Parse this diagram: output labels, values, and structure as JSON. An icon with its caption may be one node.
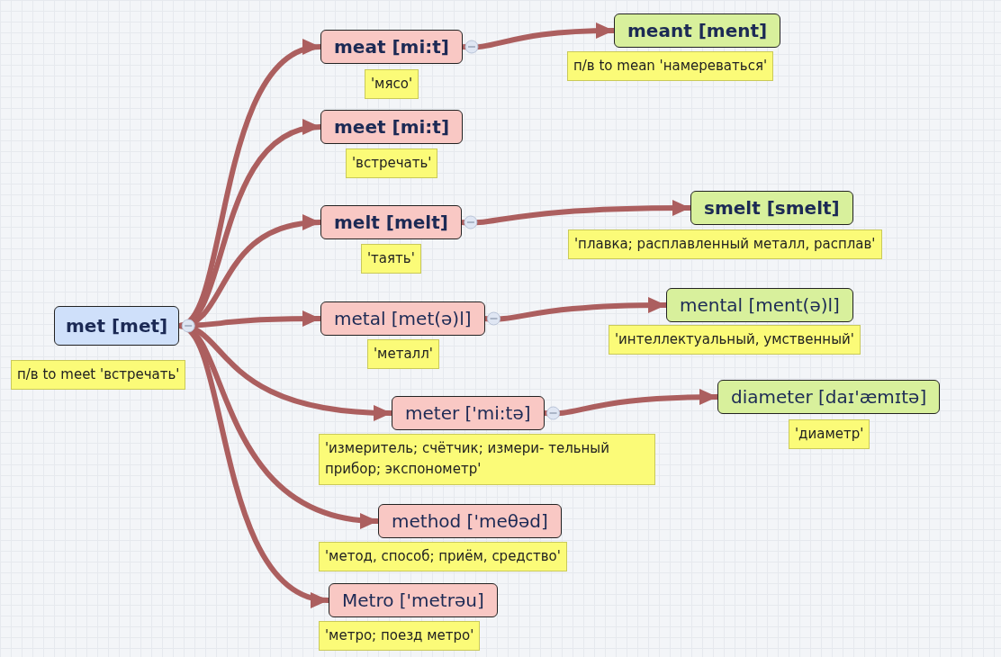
{
  "diagram": {
    "nodes": [
      {
        "text": [
          "met [met]"
        ],
        "beside": [
          "п/в to meet 'встречать'"
        ]
      },
      {
        "text": [
          "meat [mi:t]"
        ],
        "beside": [
          "'мясо'"
        ]
      },
      {
        "text": [
          "meant [ment]"
        ],
        "beside": [
          "п/в to mean 'намереваться'"
        ]
      },
      {
        "text": [
          "meet [mi:t]"
        ],
        "beside": [
          "'встречать'"
        ]
      },
      {
        "text": [
          "melt [melt]"
        ],
        "beside": [
          "'таять'"
        ]
      },
      {
        "text": [
          "smelt [smelt]"
        ],
        "beside": [
          "'плавка; расплавленный металл, расплав'"
        ]
      },
      {
        "text": [
          "metal [met(ə)l]"
        ],
        "beside": [
          "'металл'"
        ]
      },
      {
        "text": [
          "mental [ment(ə)l]"
        ],
        "beside": [
          "'интеллектуальный, умственный'"
        ]
      },
      {
        "text": [
          "meter ['mi:tə]"
        ],
        "beside": [
          "'измеритель; счётчик; измери- тельный прибор; экспонометр'"
        ]
      },
      {
        "text": [
          "diameter [daɪ'æmɪtə]"
        ],
        "beside": [
          "'диаметр'"
        ]
      },
      {
        "text": [
          "method ['meθəd]"
        ],
        "beside": [
          "'метод, способ; приём, средство'"
        ]
      },
      {
        "text": [
          "Metro ['metrəu]"
        ],
        "beside": [
          "'метро; поезд метро'"
        ]
      }
    ],
    "edges": [
      {
        "from": 0,
        "to": 1,
        "arrow": "to"
      },
      {
        "from": 1,
        "to": 2,
        "arrow": "to"
      },
      {
        "from": 0,
        "to": 3,
        "arrow": "to"
      },
      {
        "from": 0,
        "to": 4,
        "arrow": "to"
      },
      {
        "from": 4,
        "to": 5,
        "arrow": "to"
      },
      {
        "from": 0,
        "to": 6,
        "arrow": "to"
      },
      {
        "from": 6,
        "to": 7,
        "arrow": "to"
      },
      {
        "from": 0,
        "to": 8,
        "arrow": "to"
      },
      {
        "from": 8,
        "to": 9,
        "arrow": "to"
      },
      {
        "from": 0,
        "to": 10,
        "arrow": "to"
      },
      {
        "from": 0,
        "to": 11,
        "arrow": "to"
      }
    ]
  }
}
